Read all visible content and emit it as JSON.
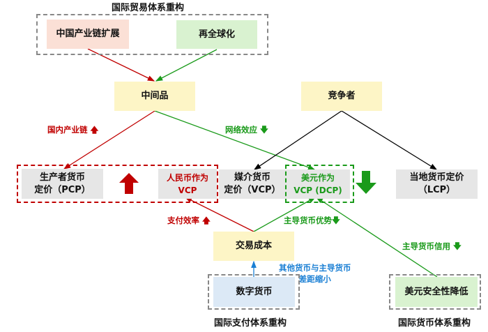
{
  "colors": {
    "red": "#c00000",
    "green": "#1a9a1a",
    "blue": "#1a7fd4",
    "black": "#000000"
  },
  "groups": {
    "trade": "国际贸易体系重构",
    "payment": "国际支付体系重构",
    "monetary": "国际货币体系重构"
  },
  "nodes": {
    "china_chain": "中国产业链扩展",
    "reglobal": "再全球化",
    "intermediate": "中间品",
    "competitor": "竞争者",
    "pcp_line1": "生产者货币",
    "pcp_line2": "定价（PCP）",
    "rmb_line1": "人民币作为",
    "rmb_line2": "VCP",
    "vcp_line1": "媒介货币",
    "vcp_line2": "定价（VCP）",
    "usd_line1": "美元作为",
    "usd_line2": "VCP (DCP)",
    "lcp_line1": "当地货币定价",
    "lcp_line2": "（LCP）",
    "transaction_cost": "交易成本",
    "digital_currency": "数字货币",
    "usd_safety": "美元安全性降低"
  },
  "labels": {
    "domestic_chain": "国内产业链",
    "network_effect": "网络效应",
    "payment_efficiency": "支付效率",
    "dominant_advantage": "主导货币优势",
    "dominant_credit": "主导货币信用",
    "gap_line1": "其他货币与主导货币",
    "gap_line2": "差距缩小"
  },
  "icons": {
    "up": "arrow-up-icon",
    "down": "arrow-down-icon"
  }
}
